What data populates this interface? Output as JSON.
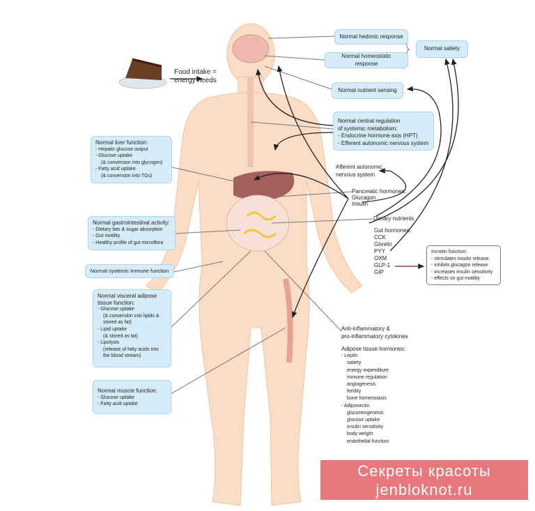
{
  "food_intake": "Food intake =\nenergy needs",
  "food_line1": "Food intake =",
  "food_line2": "energy needs",
  "boxes": {
    "hedonic": "Normal hedonic response",
    "homeostatic": "Normal homeostatic response",
    "satiety": "Normal satiety",
    "nutrient_sensing": "Normal nutrient sensing",
    "central": [
      "Normal central regulation",
      "of systemic metabolism:",
      "- Endocrine hormone axis (HPT)",
      "- Efferent autonomic nervous system"
    ],
    "liver": [
      "Normal liver function:",
      "- Hepatic glucose output",
      "- Glucose uptake",
      "(& conversion into glycogen)",
      "- Fatty acid uptake",
      "(& conversion into TGs)"
    ],
    "gi": [
      "Normal gastrointestinal activity:",
      "- Dietary fats & sugar absorption",
      "- Gut motility",
      "- Healthy profile of gut microflora"
    ],
    "immune": "Normal systemic immune function",
    "visceral": [
      "Normal visceral adipose",
      "tissue function:",
      "- Glucose uptake",
      "(& conversion into lipids &",
      "stored as fat)",
      "- Lipid uptake",
      "(& stored as fat)",
      "- Lipolysis",
      "(release of fatty acids into",
      "the blood stream)"
    ],
    "muscle": [
      "Normal muscle function:",
      "- Glucose uptake",
      "- Fatty acid uptake"
    ]
  },
  "labels": {
    "afferent": [
      "Afferent autonomic",
      "nervous system"
    ],
    "pancreatic": [
      "Pancreatic hormones:",
      "Glucagon",
      "Insulin"
    ],
    "dietary": "Dietary nutrients",
    "gut": [
      "Gut hormones:",
      "CCK",
      "Ghrelin",
      "PYY",
      "OXM",
      "GLP-1",
      "GIP"
    ],
    "incretin": [
      "Incretin function:",
      "- stimulates insulin release",
      "- inhibits glucagon release",
      "- increases insulin sensitivity",
      "- effects on gut motility"
    ],
    "cytokines": [
      "Anti-inflammatory &",
      "pro-inflammatory cytokines"
    ],
    "adipose": [
      "Adipose tissue hormones:",
      "- Leptin",
      "satiety",
      "energy expenditure",
      "immune regulation",
      "angiogenesis",
      "fertility",
      "bone homeostasis",
      "- Adiponectin",
      "gluconeogenesis",
      "glucose uptake",
      "insulin sensitivity",
      "body weight",
      "endothelial function"
    ]
  },
  "watermark": [
    "Секреты красоты",
    "jenbloknot.ru"
  ],
  "colors": {
    "box": "#d6ecf8",
    "skin": "#fbdcc4",
    "watermark": "#e45a5f"
  }
}
